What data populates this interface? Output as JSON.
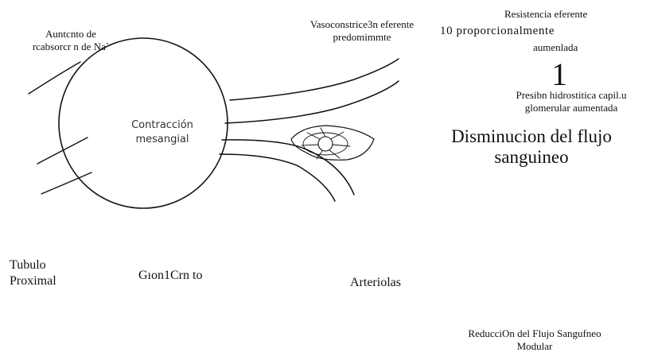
{
  "labels": {
    "aumento_reabsorcion": [
      "Auntcnto de",
      "rcabsorcr n de Na`"
    ],
    "vasoconstriccion": [
      "Vasoconstrice3n eferente",
      "predomimmte"
    ],
    "resistencia_line1": "Resistencia eferente",
    "resistencia_line2": "10 proporcionalmente",
    "resistencia_line3": "aumenlada",
    "arrow_glyph": "1",
    "presion": [
      "Presibn hidrostitica capil.u",
      "glomerular aumentada"
    ],
    "disminucion": [
      "Disminucion del flujo",
      "sanguineo"
    ],
    "contraccion": [
      "Contracción",
      "mesangial"
    ],
    "tubulo": [
      "Tubulo",
      "Proximal"
    ],
    "glomerulo": "Gıon1Crn to",
    "arteriolas": "Arteriolas",
    "reduccion": [
      "ReducciOn del Flujo Sangufneo",
      "Modular"
    ]
  }
}
